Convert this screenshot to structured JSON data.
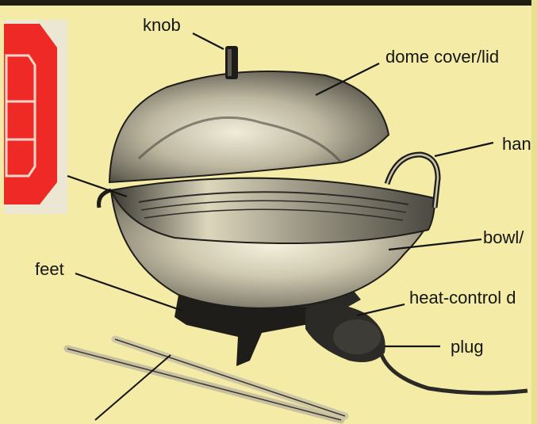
{
  "labels": {
    "knob": "knob",
    "dome_cover": "dome cover/lid",
    "handle": "han",
    "bowl": "bowl/",
    "feet": "feet",
    "heat_control": "heat-control d",
    "plug": "plug"
  },
  "colors": {
    "paper": "#f4eca6",
    "ink": "#141414",
    "metal_light": "#e6e1c8",
    "metal_dark": "#3a3a36",
    "tag_red": "#ef2a26"
  }
}
